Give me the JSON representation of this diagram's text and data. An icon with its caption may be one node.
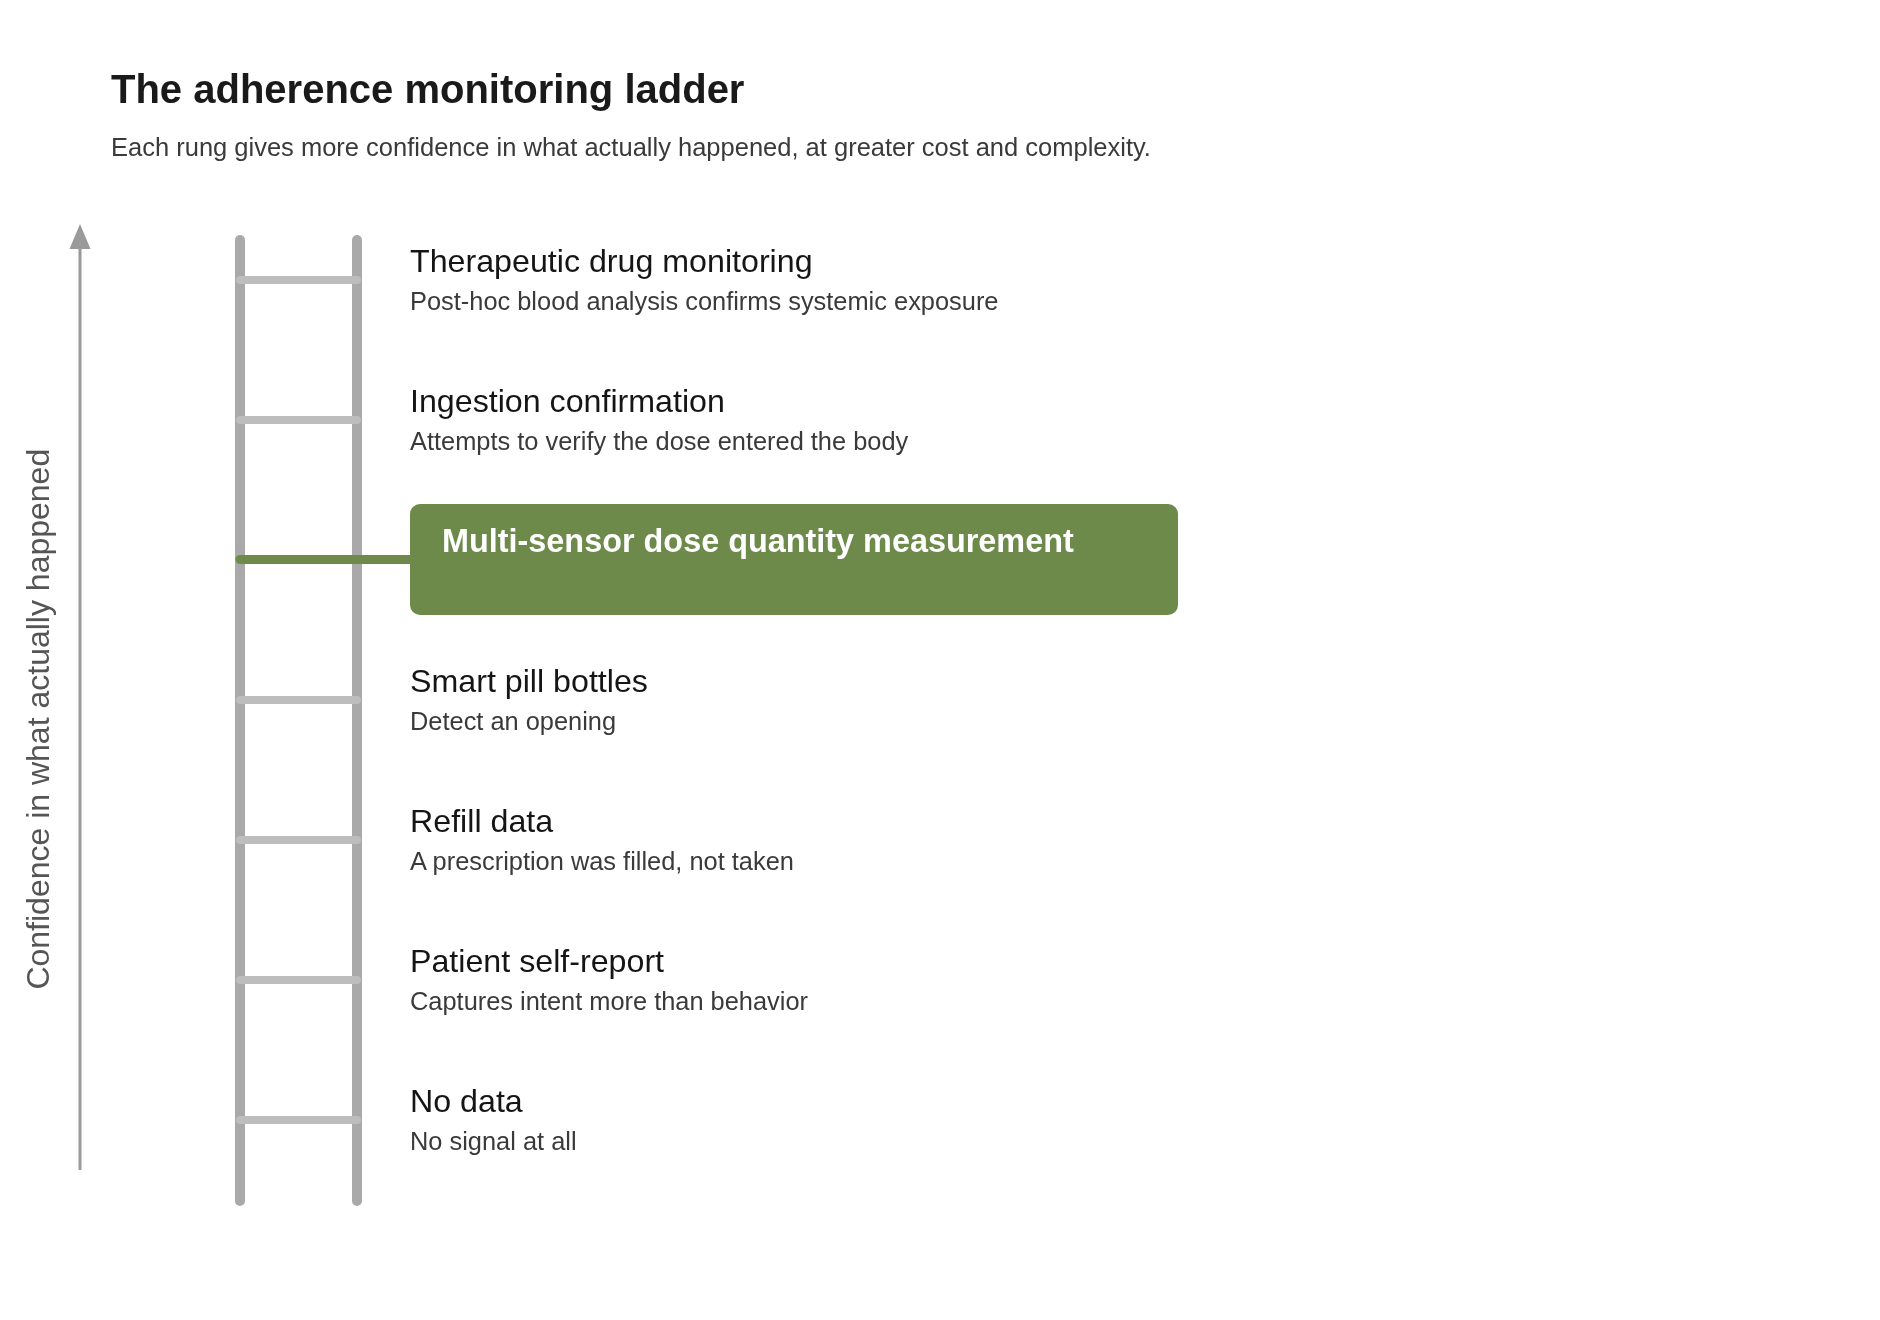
{
  "diagram": {
    "title": "The adherence monitoring ladder",
    "nodes": [
      {
        "text": [],
        "shape": "picture"
      },
      {
        "text": [
          "Multi-sensor dose quantity measurement"
        ]
      }
    ],
    "edges": [
      {
        "from": 0,
        "to": 1,
        "arrow": "none",
        "color": "#6e8a4b"
      }
    ],
    "labels": [
      "Each rung gives more confidence in what actually happened, at greater cost and complexity.",
      "Confidence in what actually happened",
      "Therapeutic drug monitoring",
      "Post-hoc blood analysis confirms systemic exposure",
      "Ingestion confirmation",
      "Attempts to verify the dose entered the body",
      "Smart pill bottles",
      "Detect an opening",
      "Refill data",
      "A prescription was filled, not taken",
      "Patient self-report",
      "Captures intent more than behavior",
      "No data",
      "No signal at all"
    ]
  }
}
